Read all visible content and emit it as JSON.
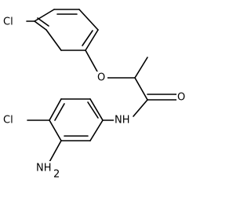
{
  "molecule": {
    "atom_labels": {
      "cl_top": "Cl",
      "o_ether": "O",
      "o_carbonyl": "O",
      "nh": "NH",
      "cl_bottom": "Cl",
      "nh2": "NH",
      "nh2_subscript": "2"
    }
  }
}
